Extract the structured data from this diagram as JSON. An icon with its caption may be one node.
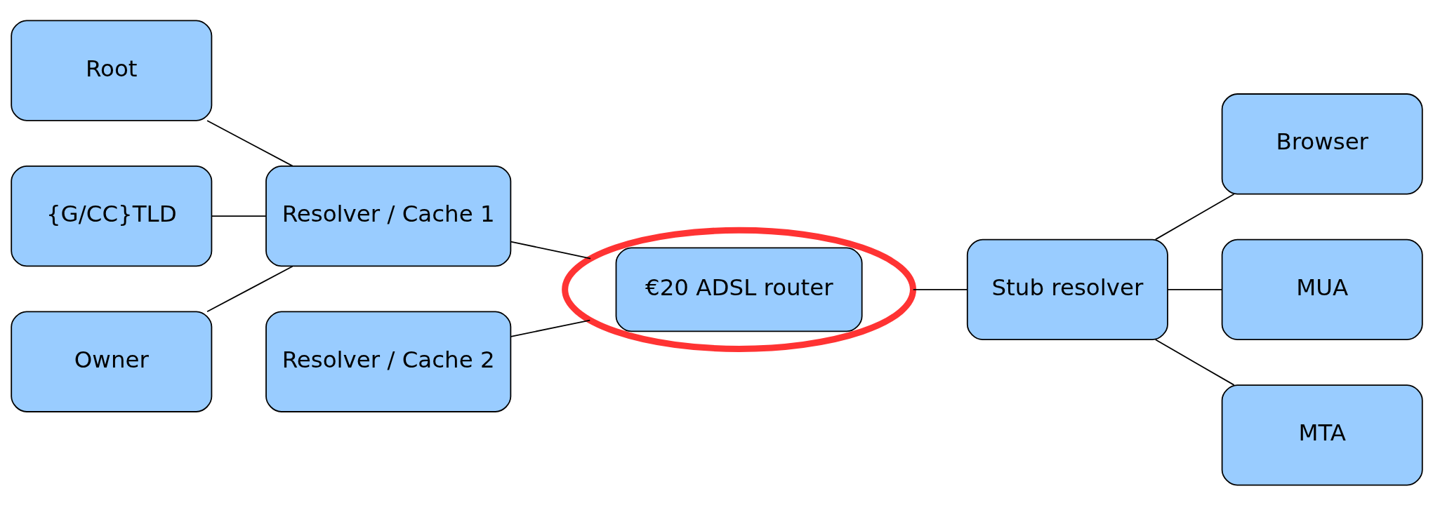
{
  "diagram": {
    "nodes": [
      {
        "text": [
          "Root"
        ]
      },
      {
        "text": [
          "{G/CC}TLD"
        ]
      },
      {
        "text": [
          "Owner"
        ]
      },
      {
        "text": [
          "Resolver / Cache 1"
        ]
      },
      {
        "text": [
          "Resolver / Cache 2"
        ]
      },
      {
        "text": [
          "€20 ADSL router"
        ]
      },
      {
        "text": [
          "Stub resolver"
        ]
      },
      {
        "text": [
          "Browser"
        ]
      },
      {
        "text": [
          "MUA"
        ]
      },
      {
        "text": [
          "MTA"
        ]
      }
    ],
    "edges": [
      {
        "from": 0,
        "to": 3,
        "arrow": "none"
      },
      {
        "from": 1,
        "to": 3,
        "arrow": "none"
      },
      {
        "from": 2,
        "to": 3,
        "arrow": "none"
      },
      {
        "from": 3,
        "to": 5,
        "arrow": "none"
      },
      {
        "from": 4,
        "to": 5,
        "arrow": "none"
      },
      {
        "from": 5,
        "to": 6,
        "arrow": "none"
      },
      {
        "from": 6,
        "to": 7,
        "arrow": "none"
      },
      {
        "from": 6,
        "to": 8,
        "arrow": "none"
      },
      {
        "from": 6,
        "to": 9,
        "arrow": "none"
      }
    ]
  }
}
